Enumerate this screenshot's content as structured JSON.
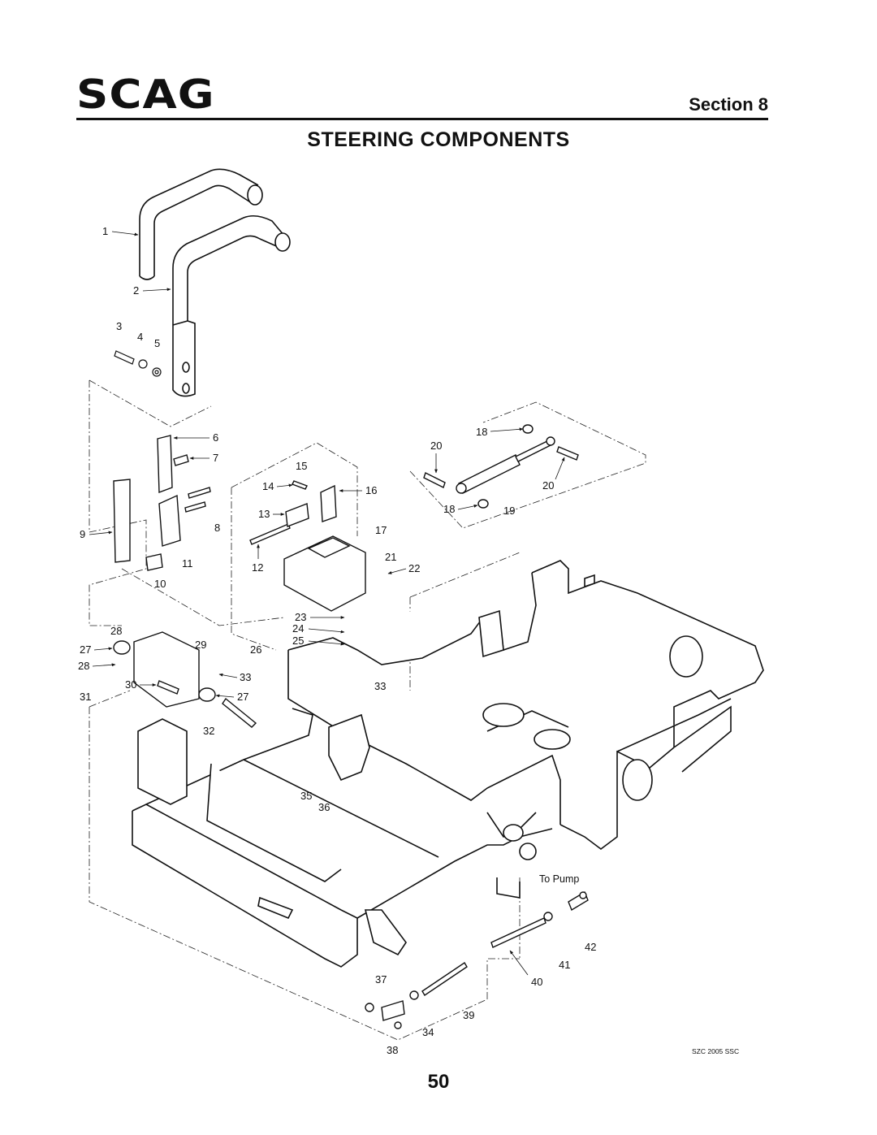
{
  "header": {
    "logo_text": "SCAG",
    "section_label": "Section 8"
  },
  "page_title": "STEERING COMPONENTS",
  "drawing_code": "SZC 2005 SSC",
  "to_pump_label": "To Pump",
  "page_number": "50",
  "callouts": [
    "1",
    "2",
    "3",
    "4",
    "5",
    "6",
    "7",
    "8",
    "9",
    "10",
    "11",
    "12",
    "13",
    "14",
    "15",
    "16",
    "17",
    "18",
    "18",
    "19",
    "20",
    "20",
    "21",
    "22",
    "23",
    "24",
    "25",
    "26",
    "27",
    "27",
    "28",
    "28",
    "29",
    "30",
    "31",
    "32",
    "33",
    "33",
    "34",
    "35",
    "36",
    "37",
    "38",
    "39",
    "40",
    "41",
    "42"
  ]
}
